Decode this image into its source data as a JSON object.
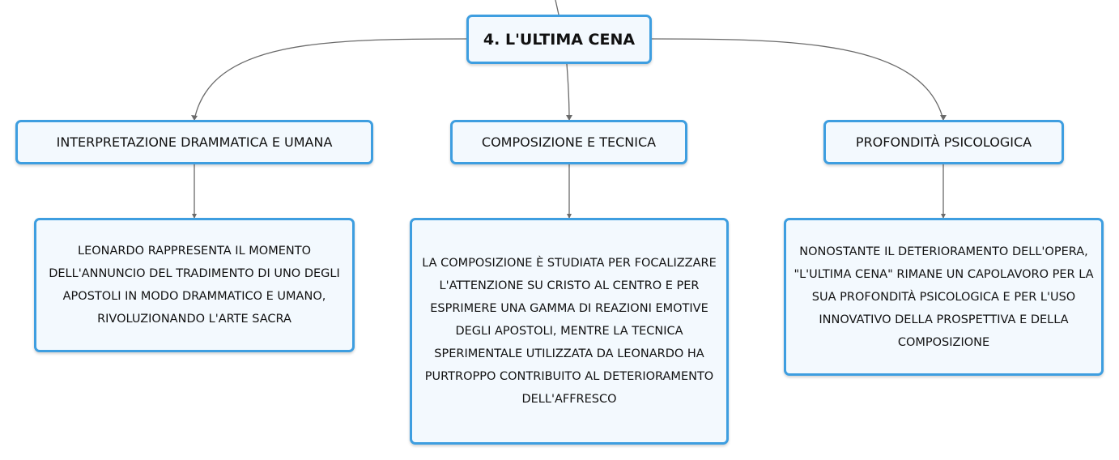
{
  "colors": {
    "node_border": "#3e9ee0",
    "node_fill": "#f3f9fe",
    "connector": "#6a6a6a"
  },
  "root": {
    "title": "4. L'ULTIMA CENA"
  },
  "topics": [
    {
      "title": "INTERPRETAZIONE DRAMMATICA E UMANA",
      "detail": "LEONARDO RAPPRESENTA IL MOMENTO DELL'ANNUNCIO DEL TRADIMENTO DI UNO DEGLI APOSTOLI IN MODO DRAMMATICO E UMANO, RIVOLUZIONANDO L'ARTE SACRA"
    },
    {
      "title": "COMPOSIZIONE E TECNICA",
      "detail": "LA COMPOSIZIONE È STUDIATA PER FOCALIZZARE L'ATTENZIONE SU CRISTO AL CENTRO E PER ESPRIMERE UNA GAMMA DI REAZIONI EMOTIVE DEGLI APOSTOLI, MENTRE LA TECNICA SPERIMENTALE UTILIZZATA DA LEONARDO HA PURTROPPO CONTRIBUITO AL DETERIORAMENTO DELL'AFFRESCO"
    },
    {
      "title": "PROFONDITÀ PSICOLOGICA",
      "detail": "NONOSTANTE IL DETERIORAMENTO DELL'OPERA, \"L'ULTIMA CENA\" RIMANE UN CAPOLAVORO PER LA SUA PROFONDITÀ PSICOLOGICA E PER L'USO INNOVATIVO DELLA PROSPETTIVA E DELLA COMPOSIZIONE"
    }
  ]
}
